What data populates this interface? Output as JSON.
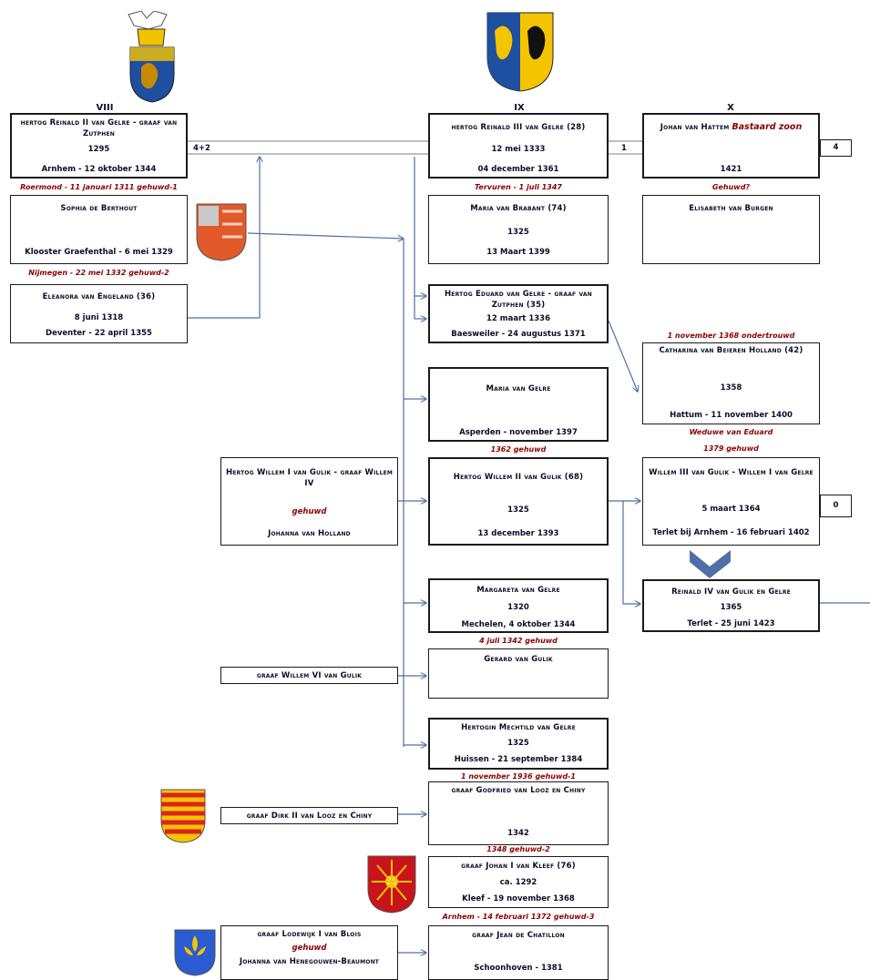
{
  "generations": {
    "viii": "VIII",
    "ix": "IX",
    "x": "X"
  },
  "persons": {
    "reinald2": {
      "name": "hertog Reinald II van Gelre - graaf van Zutphen",
      "born": "1295",
      "died": "Arnhem - 12 oktober 1344"
    },
    "sophia": {
      "name": "Sophia de Berthout",
      "died": "Klooster Graefenthal - 6 mei 1329"
    },
    "eleanora": {
      "name": "Eleanora van Engeland (36)",
      "born": "8 juni 1318",
      "died": "Deventer - 22 april 1355"
    },
    "reinald3": {
      "name": "hertog Reinald III van Gelre (28)",
      "born": "12 mei 1333",
      "died": "04 december 1361"
    },
    "maria_brabant": {
      "name": "Maria van Brabant (74)",
      "born": "1325",
      "died": "13 Maart 1399"
    },
    "eduard": {
      "name": "Hertog Eduard van Gelre - graaf van Zutphen (35)",
      "born": "12 maart 1336",
      "died": "Baesweiler - 24 augustus 1371"
    },
    "maria_gelre": {
      "name": "Maria van Gelre",
      "died": "Asperden - november 1397"
    },
    "willem1_gulik": {
      "name": "Hertog Willem I van Gulik - graaf Willem IV",
      "married": "gehuwd",
      "spouse": "Johanna van Holland"
    },
    "willem2_gulik": {
      "name": "Hertog Willem II van Gulik (68)",
      "born": "1325",
      "died": "13 december 1393"
    },
    "margareta": {
      "name": "Margareta van Gelre",
      "born": "1320",
      "died": "Mechelen, 4 oktober 1344"
    },
    "gerard": {
      "name": "Gerard van Gulik"
    },
    "willem6": {
      "name": "graaf Willem VI van Gulik"
    },
    "mechtild": {
      "name": "Hertogin Mechtild van Gelre",
      "born": "1325",
      "died": "Huissen - 21 september 1384"
    },
    "dirk": {
      "name": "graaf Dirk II van Looz en Chiny"
    },
    "godfried": {
      "name": "graaf Godfried van Looz en Chiny",
      "born": "1342"
    },
    "johan_kleef": {
      "name": "graaf Johan I van Kleef (76)",
      "born": "ca. 1292",
      "died": "Kleef - 19 november 1368"
    },
    "lodewijk": {
      "name": "graaf Lodewijk I van Blois",
      "married": "gehuwd",
      "spouse": "Johanna van Henegouwen-Beaumont"
    },
    "jean": {
      "name": "graaf Jean de Chatillon",
      "died": "Schoonhoven - 1381"
    },
    "johan_hattem": {
      "name": "Johan van Hattem",
      "note": "Bastaard zoon",
      "born": "1421"
    },
    "elisabeth": {
      "name": "Elisabeth van Burgen"
    },
    "catharina": {
      "name": "Catharina van Beieren Holland (42)",
      "born": "1358",
      "died": "Hattum - 11 november 1400"
    },
    "willem3": {
      "name": "Willem III van Gulik - Willem I van Gelre",
      "born": "5 maart 1364",
      "died": "Terlet bij Arnhem - 16 februari 1402"
    },
    "reinald4": {
      "name": "Reinald IV van Gulik en Gelre",
      "born": "1365",
      "died": "Terlet - 25 juni 1423"
    }
  },
  "annotations": {
    "roermond": "Roermond - 11 januari 1311 gehuwd-1",
    "nijmegen": "Nijmegen - 22 mei 1332 gehuwd-2",
    "tervuren": "Tervuren - 1 juli 1347",
    "gehuwd_q": "Gehuwd?",
    "ondertrouwd": "1 november 1368 ondertrouwd",
    "weduwe": "Weduwe van Eduard",
    "g1379": "1379 gehuwd",
    "g1362": "1362 gehuwd",
    "g1342": "4 juli 1342 gehuwd",
    "g1936": "1 november 1936 gehuwd-1",
    "g1348": "1348 gehuwd-2",
    "arnhem1372": "Arnhem - 14 februari 1372 gehuwd-3"
  },
  "numbers": {
    "n42": "4+2",
    "n1": "1",
    "n4": "4",
    "n0": "0"
  },
  "colors": {
    "line": "#4f6fa8",
    "annotation": "#8b0000",
    "gelre_blue": "#1e4fa0",
    "gelre_yellow": "#f5c400"
  }
}
